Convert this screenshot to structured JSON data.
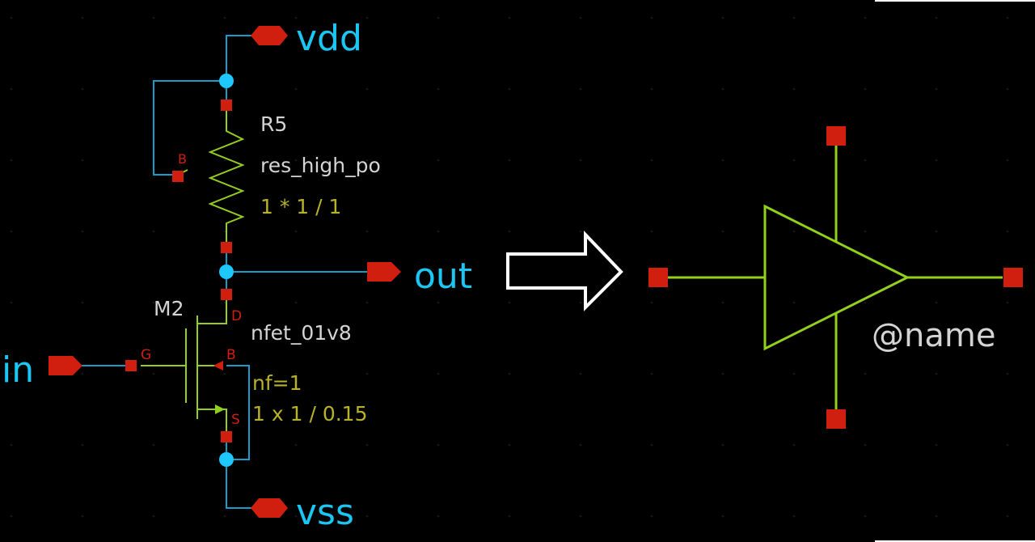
{
  "colors": {
    "wire": "#1ec8ff",
    "wire_dark": "#1a9cc8",
    "device": "#92d11b",
    "pin": "#d11f0f",
    "label_net": "#1cc6f2",
    "label_inst": "#d4d4d4",
    "label_param": "#b8b22a",
    "background": "#000000"
  },
  "schematic": {
    "nets": {
      "vdd": "vdd",
      "out": "out",
      "in": "in",
      "vss": "vss"
    },
    "resistor": {
      "inst_name": "R5",
      "model": "res_high_po",
      "params": "1 * 1 / 1",
      "body_pin": "B"
    },
    "transistor": {
      "inst_name": "M2",
      "model": "nfet_01v8",
      "nf": "nf=1",
      "size": "1 x 1 / 0.15",
      "pin_d": "D",
      "pin_g": "G",
      "pin_b": "B",
      "pin_s": "S"
    }
  },
  "symbol": {
    "label": "@name"
  }
}
